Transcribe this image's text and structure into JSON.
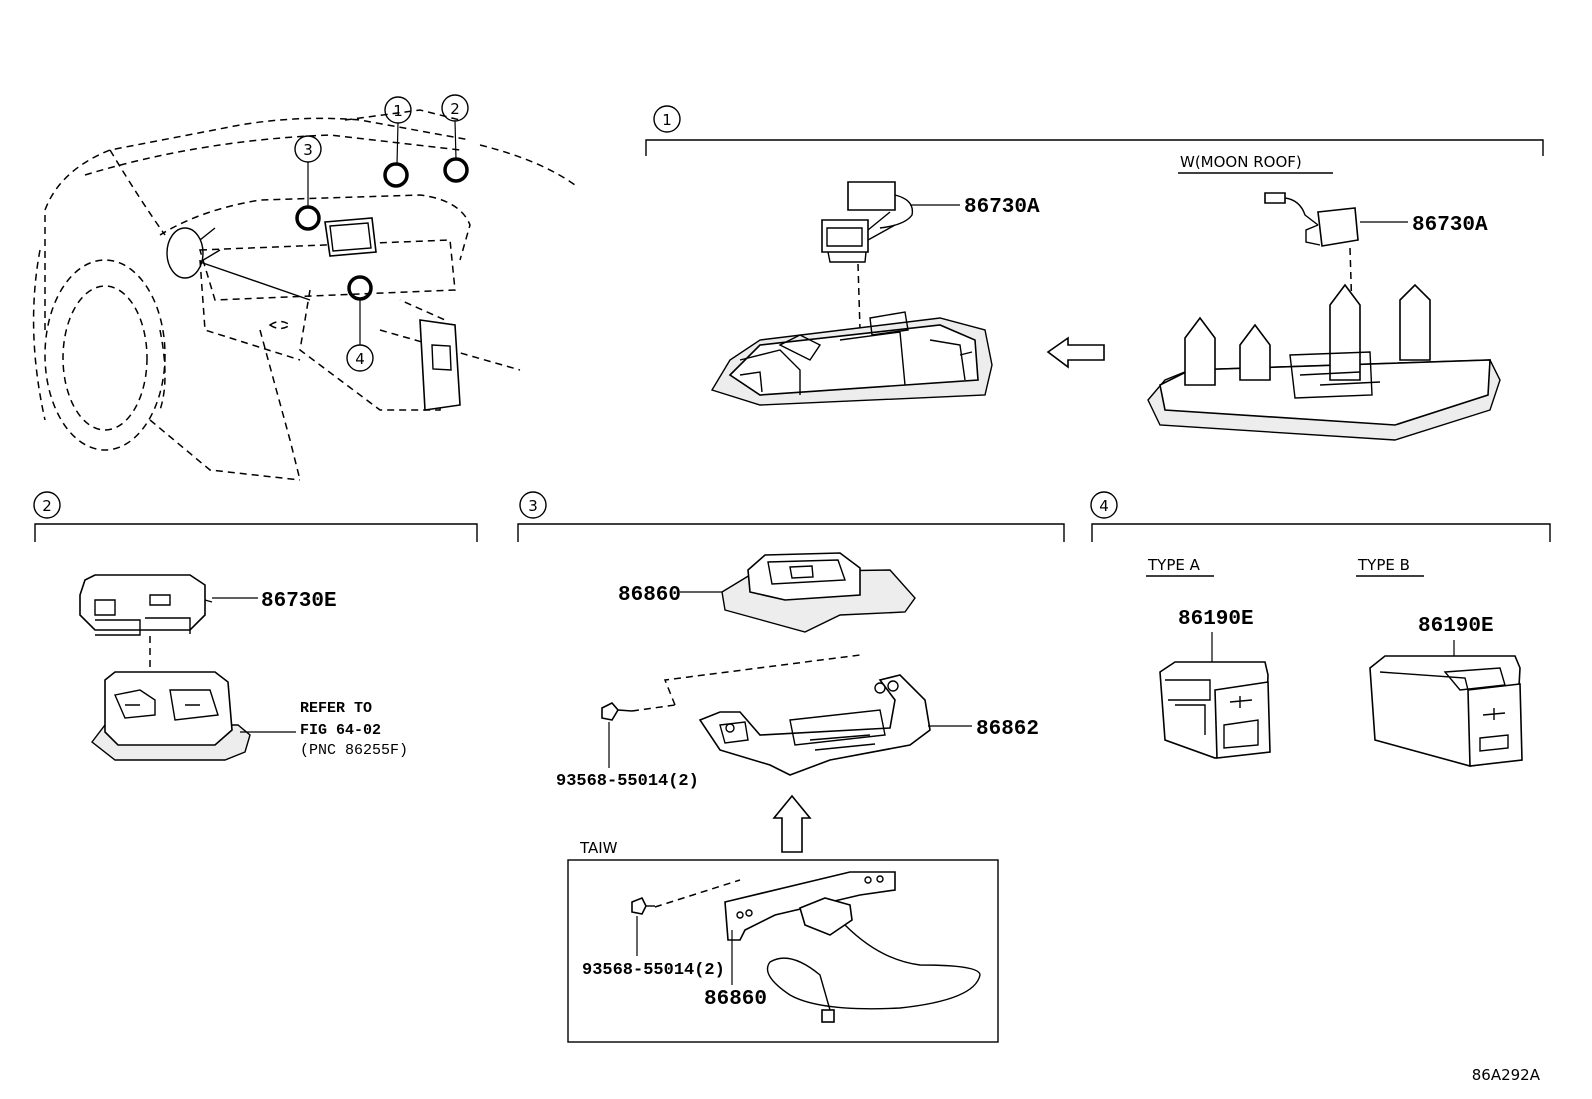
{
  "section_markers": {
    "s1": "1",
    "s2": "2",
    "s3": "3",
    "s4": "4"
  },
  "overview_markers": [
    "1",
    "2",
    "3",
    "4"
  ],
  "section1": {
    "part_left": "86730A",
    "part_right": "86730A",
    "variant_label": "W(MOON ROOF)"
  },
  "section2": {
    "part": "86730E",
    "refer_line1": "REFER TO",
    "refer_line2": "FIG 64-02",
    "refer_line3": "(PNC 86255F)"
  },
  "section3": {
    "part_top": "86860",
    "part_bracket": "86862",
    "screw": "93568-55014(2)",
    "inset_label": "TAIW",
    "inset_screw": "93568-55014(2)",
    "inset_part": "86860"
  },
  "section4": {
    "type_a_label": "TYPE A",
    "type_b_label": "TYPE B",
    "type_a_part": "86190E",
    "type_b_part": "86190E"
  },
  "figure_code": "86A292A"
}
